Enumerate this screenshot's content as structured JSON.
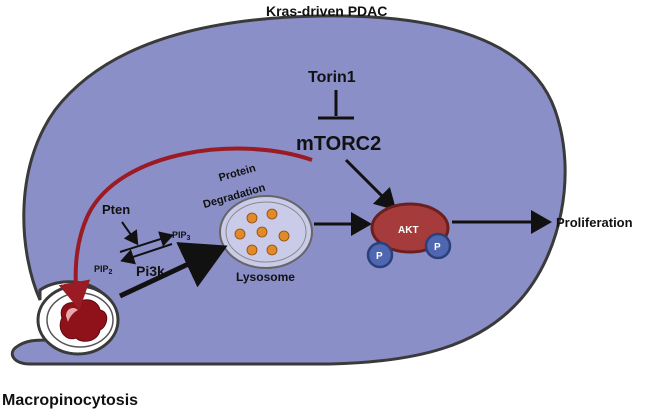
{
  "title": "Kras-driven  PDAC",
  "inhibitor": "Torin1",
  "complex": "mTORC2",
  "lysosome": {
    "label": "Lysosome",
    "caption_line1": "Protein",
    "caption_line2": "Degradation"
  },
  "pathway": {
    "pten": "Pten",
    "pip2": "PIP",
    "pip2_sub": "2",
    "pip3": "PIP",
    "pip3_sub": "3",
    "pi3k": "Pi3k"
  },
  "akt": {
    "label": "AKT",
    "phospho_left": "P",
    "phospho_right": "P"
  },
  "output": "Proliferation",
  "process": "Macropinocytosis",
  "colors": {
    "cell_fill": "#8b8fc8",
    "cell_stroke": "#3a3a3a",
    "lysosome_fill": "#c9cbe8",
    "particle": "#e08a2a",
    "akt_fill": "#a63b3b",
    "phospho_fill": "#4f66b0",
    "feedback_arrow": "#9b1b24"
  }
}
